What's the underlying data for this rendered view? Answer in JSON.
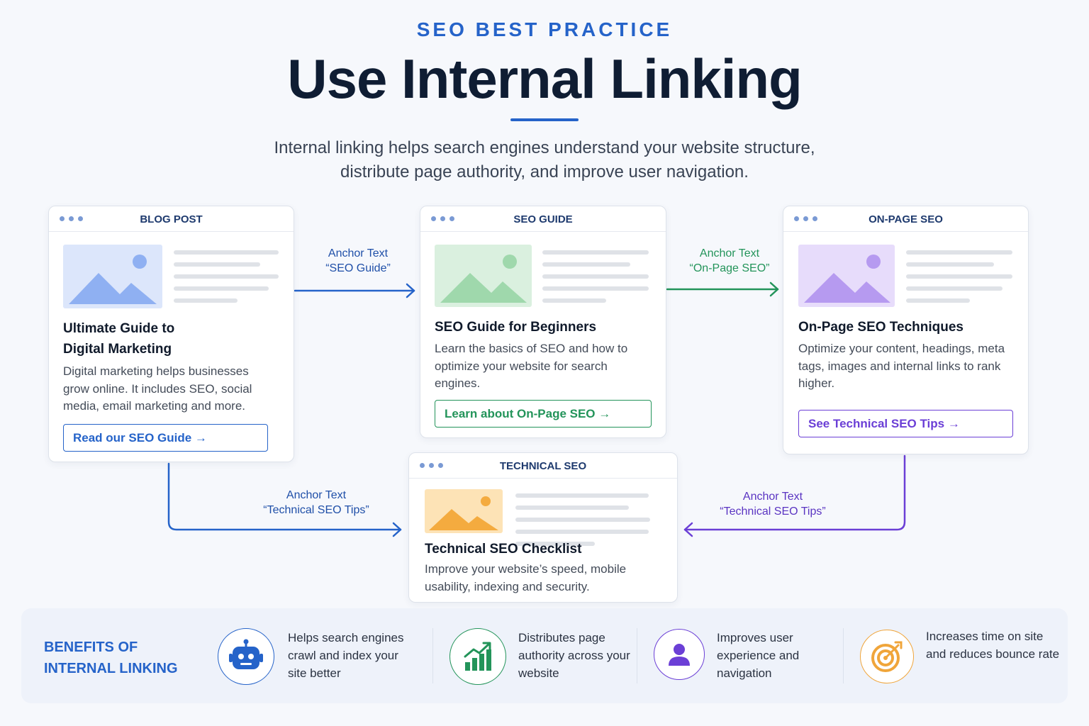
{
  "header": {
    "eyebrow": "SEO BEST PRACTICE",
    "title": "Use Internal Linking",
    "subtitle_line1": "Internal linking helps search engines understand your website structure,",
    "subtitle_line2": "distribute page authority, and improve user navigation."
  },
  "cards": {
    "blog": {
      "label": "BLOG POST",
      "title_line1": "Ultimate Guide to",
      "title_line2": "Digital Marketing",
      "body": "Digital marketing helps businesses grow online. It includes SEO, social media, email marketing and more.",
      "cta": "Read our SEO Guide →",
      "accent": "#2563c9"
    },
    "guide": {
      "label": "SEO GUIDE",
      "title": "SEO Guide for Beginners",
      "body": "Learn the basics of SEO and how to optimize your website for search engines.",
      "cta": "Learn about On-Page SEO →",
      "accent": "#23945a"
    },
    "onpage": {
      "label": "ON-PAGE SEO",
      "title": "On-Page SEO Techniques",
      "body": "Optimize your content, headings, meta tags, images and internal links to rank higher.",
      "cta": "See Technical SEO Tips →",
      "accent": "#6b3fd6"
    },
    "technical": {
      "label": "TECHNICAL SEO",
      "title": "Technical SEO Checklist",
      "body": "Improve your website’s speed, mobile usability, indexing and security.",
      "accent": "#f0a53a"
    }
  },
  "anchors": {
    "a1": {
      "label": "Anchor Text",
      "text": "“SEO Guide”"
    },
    "a2": {
      "label": "Anchor Text",
      "text": "“On-Page SEO”"
    },
    "a3": {
      "label": "Anchor Text",
      "text": "“Technical SEO Tips”"
    },
    "a4": {
      "label": "Anchor Text",
      "text": "“Technical SEO Tips”"
    }
  },
  "benefits": {
    "title_line1": "BENEFITS OF",
    "title_line2": "INTERNAL LINKING",
    "items": [
      {
        "icon": "robot-icon",
        "text": "Helps search engines crawl and index your site better",
        "color": "#2563c9"
      },
      {
        "icon": "growth-chart-icon",
        "text": "Distributes page authority across your website",
        "color": "#23945a"
      },
      {
        "icon": "user-icon",
        "text": "Improves user experience and navigation",
        "color": "#6b3fd6"
      },
      {
        "icon": "target-icon",
        "text": "Increases time on site and reduces bounce rate",
        "color": "#f0a53a"
      }
    ]
  }
}
